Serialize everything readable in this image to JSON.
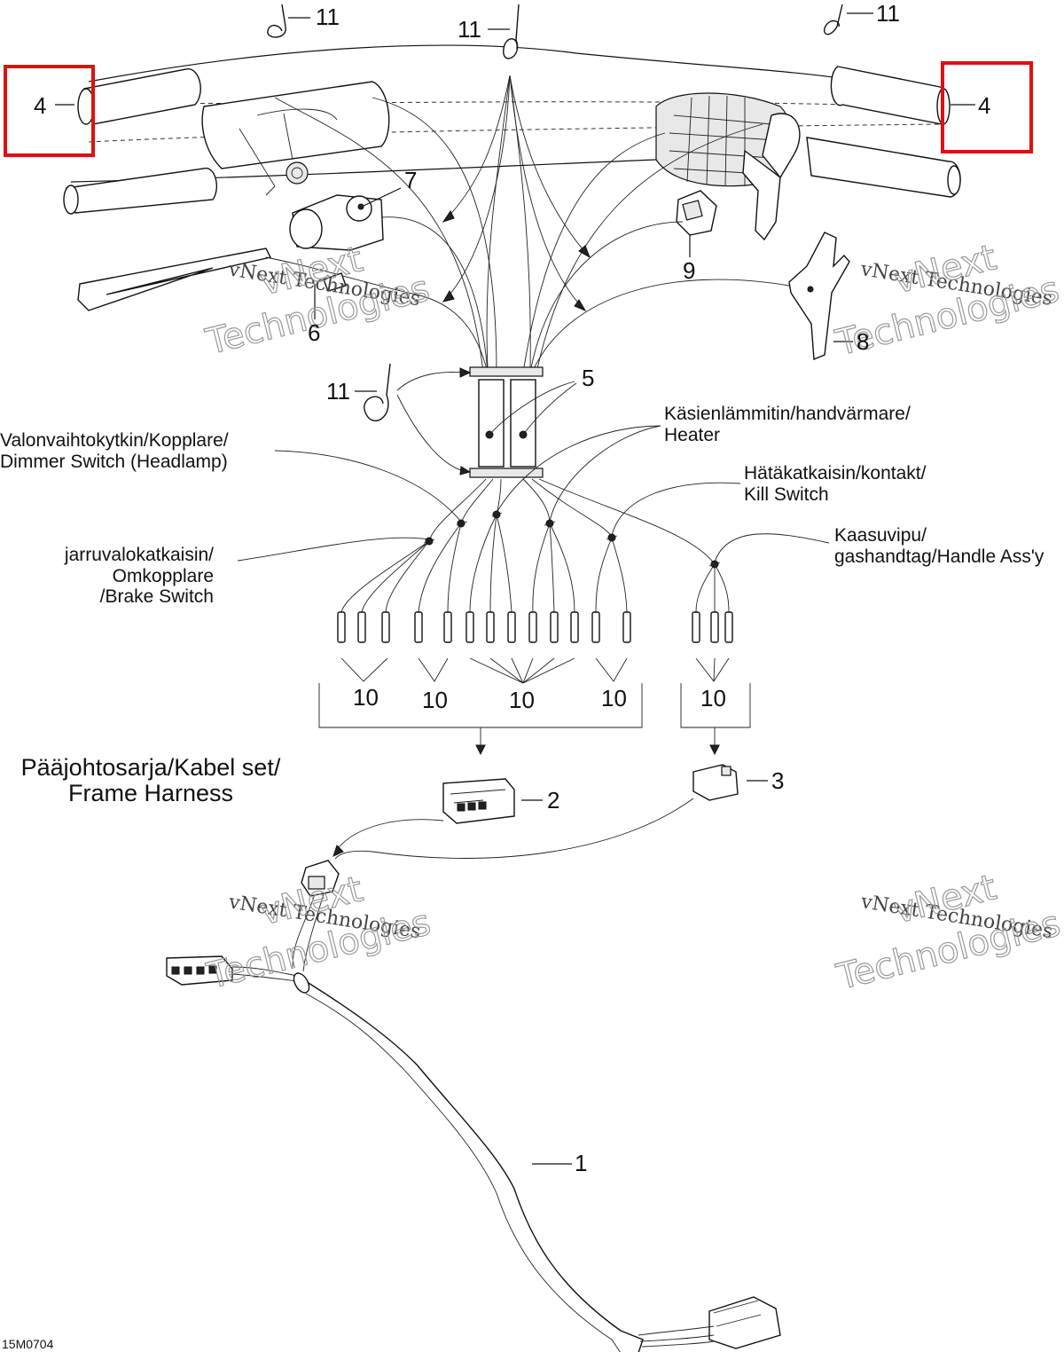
{
  "callouts": {
    "c1": "1",
    "c2": "2",
    "c3": "3",
    "c4_left": "4",
    "c4_right": "4",
    "c5": "5",
    "c6": "6",
    "c7": "7",
    "c8": "8",
    "c9": "9",
    "c10_a": "10",
    "c10_b": "10",
    "c10_c": "10",
    "c10_d": "10",
    "c10_e": "10",
    "c11_topleft": "11",
    "c11_topcenter": "11",
    "c11_topright": "11",
    "c11_mid": "11"
  },
  "labels": {
    "dimmer_line1": "Valonvaihtokytkin/Kopplare/",
    "dimmer_line2": "Dimmer Switch (Headlamp)",
    "brake_line1": "jarruvalokatkaisin/",
    "brake_line2": "Omkopplare",
    "brake_line3": "/Brake Switch",
    "heater_line1": "Käsienlämmitin/handvärmare/",
    "heater_line2": "Heater",
    "kill_line1": "Hätäkatkaisin/kontakt/",
    "kill_line2": "Kill Switch",
    "throttle_line1": "Kaasuvipu/",
    "throttle_line2": "gashandtag/Handle Ass'y"
  },
  "section_title": {
    "line1": "Pääjohtosarja/Kabel set/",
    "line2": "Frame Harness"
  },
  "watermark": {
    "small": "vNext Technologies",
    "large_top": "vNext",
    "large_bottom": "Technologies"
  },
  "figure_code": "15M0704",
  "highlight_color": "#e01010"
}
